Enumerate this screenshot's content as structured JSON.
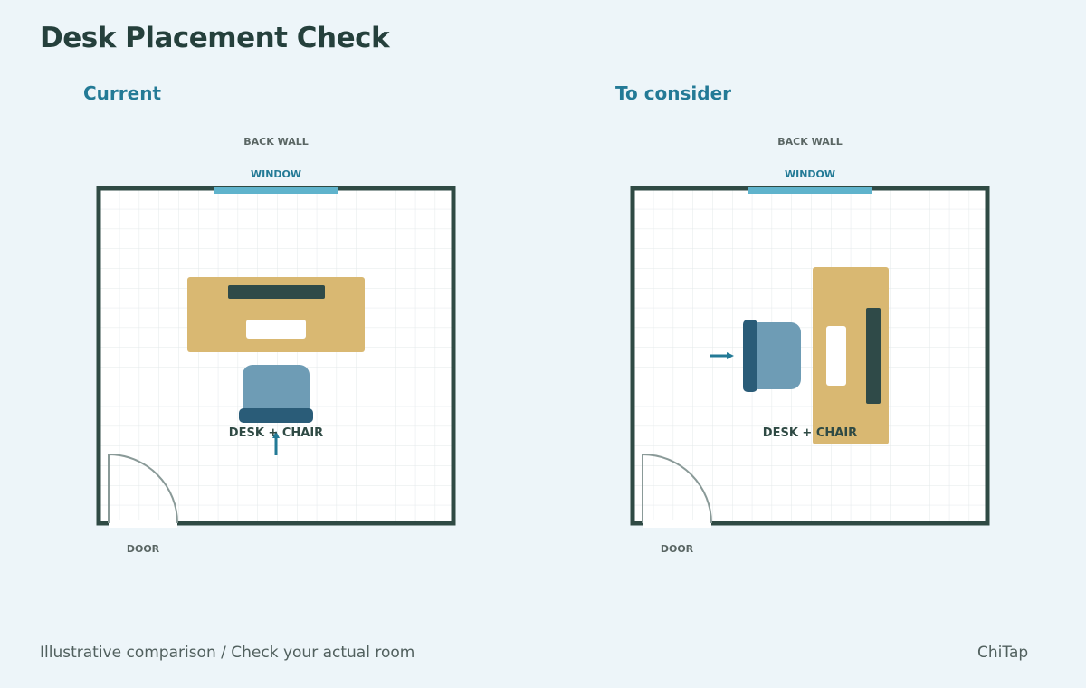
{
  "title": "Desk Placement Check",
  "panels": [
    {
      "heading": "Current",
      "back_wall_label": "BACK WALL",
      "window_label": "WINDOW",
      "door_label": "DOOR",
      "furniture_label": "DESK + CHAIR"
    },
    {
      "heading": "To consider",
      "back_wall_label": "BACK WALL",
      "window_label": "WINDOW",
      "door_label": "DOOR",
      "furniture_label": "DESK + CHAIR"
    }
  ],
  "footer": {
    "note": "Illustrative comparison / Check your actual room",
    "brand": "ChiTap"
  },
  "colors": {
    "background": "#edf5f9",
    "wall": "#2f4a44",
    "window": "#5fb3cc",
    "desk": "#d9b872",
    "monitor": "#2f4a48",
    "chair": "#6e9cb5",
    "chair_back": "#2a5c78",
    "arrow": "#237a96",
    "heading": "#237a96"
  }
}
